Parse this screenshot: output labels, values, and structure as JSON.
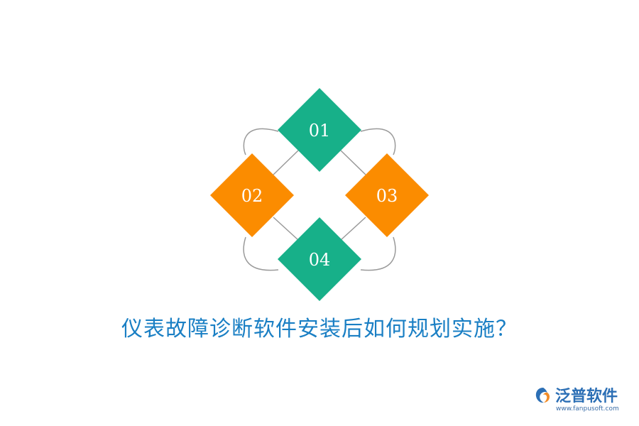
{
  "diagram": {
    "items": [
      {
        "label": "01",
        "color": "#17b089"
      },
      {
        "label": "02",
        "color": "#fb8c00"
      },
      {
        "label": "03",
        "color": "#fb8c00"
      },
      {
        "label": "04",
        "color": "#17b089"
      }
    ],
    "connector_color": "#9a9a9a"
  },
  "caption": "仪表故障诊断软件安装后如何规划实施？",
  "logo": {
    "name": "泛普软件",
    "url": "www.fanpusoft.com",
    "icon": "fanpu-logo-icon"
  }
}
